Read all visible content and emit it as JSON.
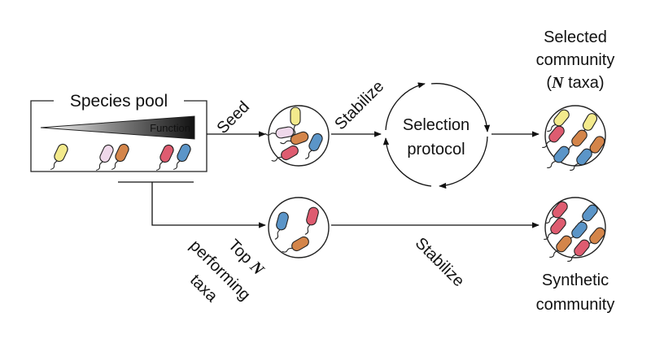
{
  "species_pool": {
    "title": "Species pool",
    "gradient_label": "Function"
  },
  "arrows": {
    "seed": "Seed",
    "stabilize_top": "Stabilize",
    "stabilize_bottom": "Stabilize"
  },
  "selection": {
    "line1": "Selection",
    "line2": "protocol"
  },
  "selected_community": {
    "line1": "Selected",
    "line2": "community",
    "line3_open": "(",
    "line3_n": "N",
    "line3_rest": " taxa)"
  },
  "top_n": {
    "line1_prefix": "Top ",
    "line1_n": "N",
    "line2": "performing",
    "line3": "taxa"
  },
  "synthetic_community": {
    "line1": "Synthetic",
    "line2": "community"
  },
  "colors": {
    "yellow": "#f3ea8c",
    "pink": "#efd8ea",
    "orange": "#d4854a",
    "red": "#de5c70",
    "blue": "#5b95c8",
    "stroke": "#222222"
  }
}
